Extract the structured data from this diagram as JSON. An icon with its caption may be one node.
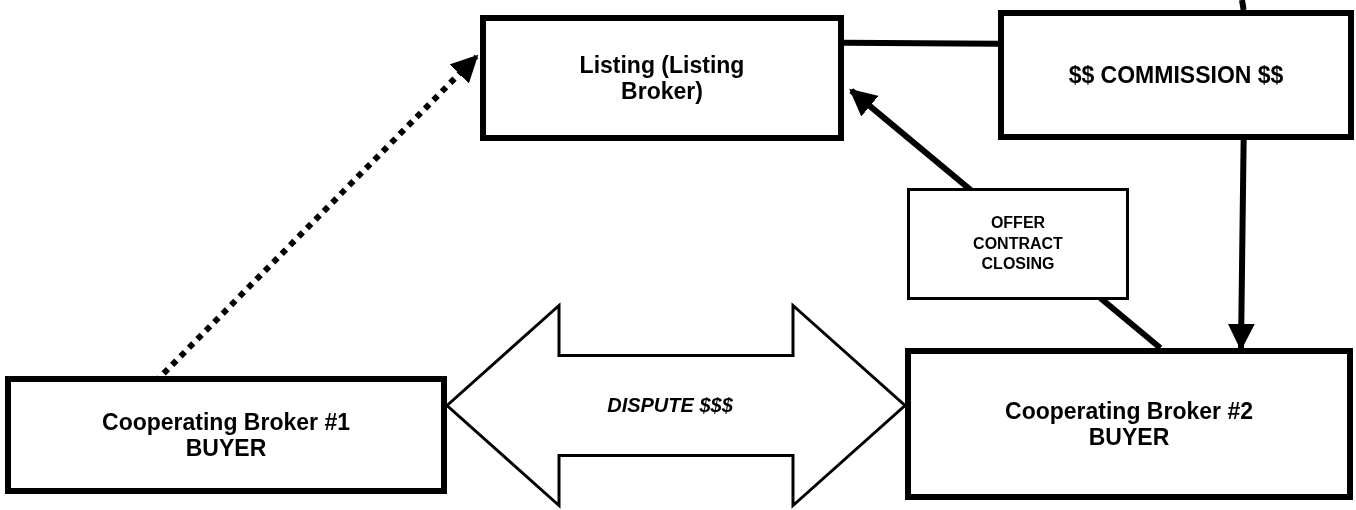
{
  "diagram": {
    "nodes": [
      {
        "text": [
          "Listing (Listing Broker)"
        ]
      },
      {
        "text": [
          "$$ COMMISSION $$"
        ]
      },
      {
        "text": [
          "Cooperating Broker #1 BUYER"
        ]
      },
      {
        "text": [
          "Cooperating Broker #2 BUYER"
        ]
      }
    ],
    "edges": [
      {
        "from": 2,
        "to": 0,
        "arrow": "to",
        "style": "dashed"
      },
      {
        "from": 0,
        "to": 1,
        "arrow": "none"
      },
      {
        "from": null,
        "to": 1,
        "arrow": "none"
      },
      {
        "from": 1,
        "to": 3,
        "arrow": "to"
      },
      {
        "from": 3,
        "to": 0,
        "arrow": "to",
        "label": "OFFER CONTRACT CLOSING"
      },
      {
        "from": 2,
        "to": 3,
        "arrow": "both",
        "label": "DISPUTE $$$",
        "style": "thick"
      }
    ]
  }
}
